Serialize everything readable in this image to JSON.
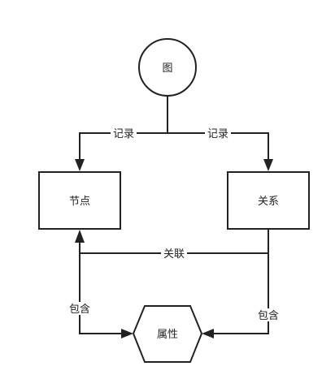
{
  "diagram": {
    "nodes": {
      "graph": {
        "label": "图",
        "shape": "circle"
      },
      "node": {
        "label": "节点",
        "shape": "rectangle"
      },
      "relation": {
        "label": "关系",
        "shape": "rectangle"
      },
      "property": {
        "label": "属性",
        "shape": "hexagon"
      }
    },
    "edges": {
      "graph_to_node": {
        "from": "图",
        "to": "节点",
        "label": "记录"
      },
      "graph_to_relation": {
        "from": "图",
        "to": "关系",
        "label": "记录"
      },
      "relation_to_node": {
        "from": "关系",
        "to": "节点",
        "label": "关联"
      },
      "node_to_property": {
        "from": "节点",
        "to": "属性",
        "label": "包含"
      },
      "relation_to_property": {
        "from": "关系",
        "to": "属性",
        "label": "包含"
      }
    },
    "colors": {
      "stroke": "#222222",
      "fill": "#ffffff",
      "text": "#222222"
    }
  }
}
